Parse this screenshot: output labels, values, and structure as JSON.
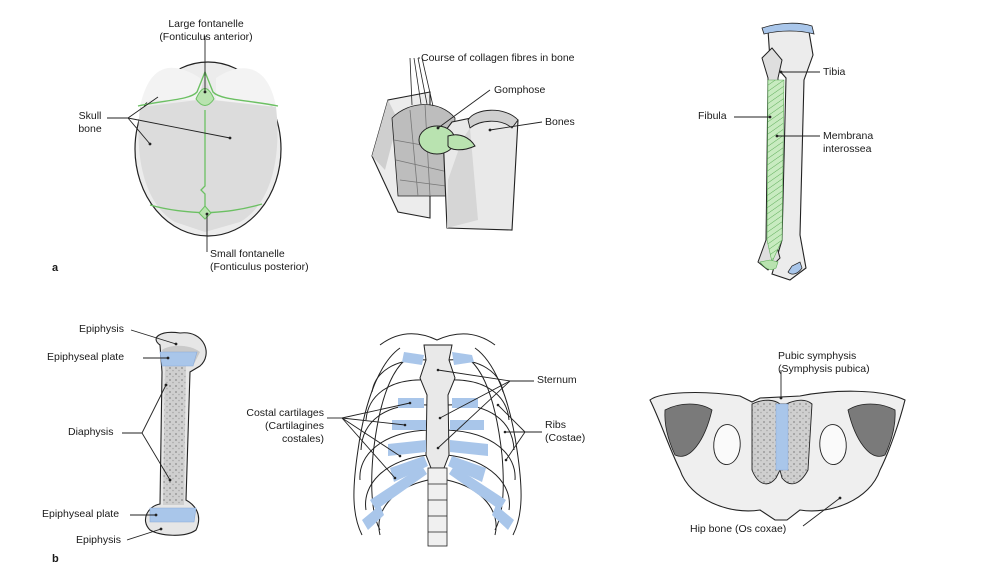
{
  "figure": {
    "panel_a": "a",
    "panel_b": "b"
  },
  "skull": {
    "large_fontanelle": "Large fontanelle",
    "large_fontanelle_latin": "(Fonticulus anterior)",
    "skull_bone_1": "Skull",
    "skull_bone_2": "bone",
    "small_fontanelle": "Small fontanelle",
    "small_fontanelle_latin": "(Fonticulus posterior)"
  },
  "gomphosis": {
    "collagen": "Course of collagen fibres in bone",
    "gomphose": "Gomphose",
    "bones": "Bones"
  },
  "leg": {
    "tibia": "Tibia",
    "fibula": "Fibula",
    "membrana_1": "Membrana",
    "membrana_2": "interossea"
  },
  "femur": {
    "epiphysis_top": "Epiphysis",
    "plate_top": "Epiphyseal plate",
    "diaphysis": "Diaphysis",
    "plate_bottom": "Epiphyseal plate",
    "epiphysis_bottom": "Epiphysis"
  },
  "thorax": {
    "costal_1": "Costal cartilages",
    "costal_2": "(Cartilagines",
    "costal_3": "costales)",
    "sternum": "Sternum",
    "ribs_1": "Ribs",
    "ribs_2": "(Costae)"
  },
  "pelvis": {
    "pubic_1": "Pubic symphysis",
    "pubic_2": "(Symphysis pubica)",
    "hip": "Hip bone (Os coxae)"
  },
  "colors": {
    "fontanelle_green": "#b9e3b0",
    "cartilage_blue": "#a9c6ea",
    "bone_grey": "#d9d9d9"
  }
}
